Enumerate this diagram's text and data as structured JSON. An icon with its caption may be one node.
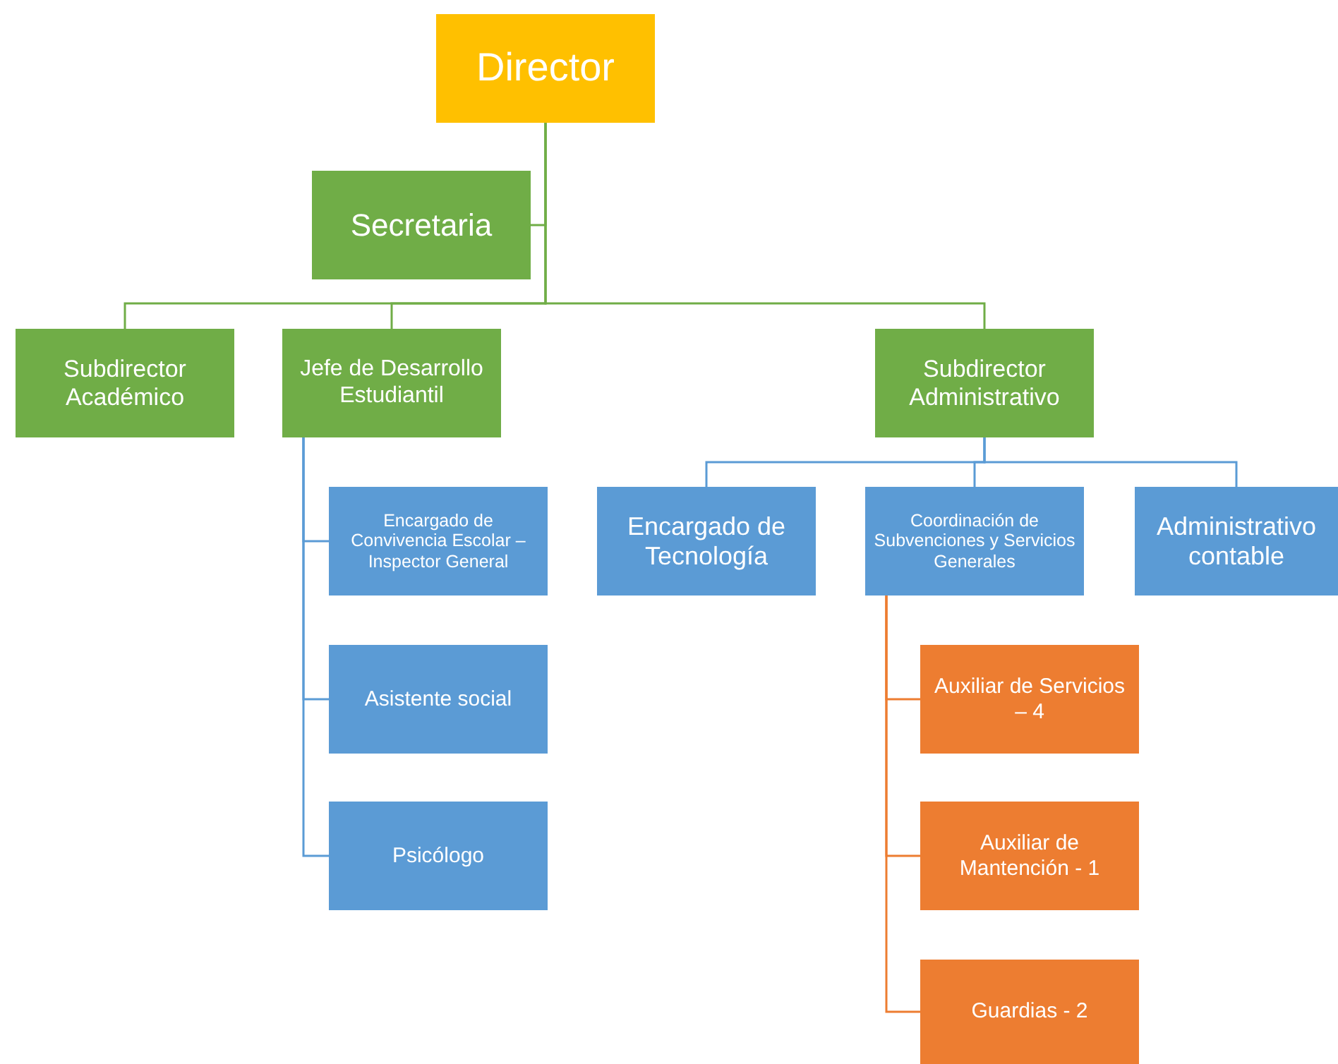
{
  "diagram": {
    "nodes": [
      {
        "text": [
          "Director"
        ]
      },
      {
        "text": [
          "Secretaria"
        ]
      },
      {
        "text": [
          "Subdirector Académico"
        ]
      },
      {
        "text": [
          "Jefe de Desarrollo Estudiantil"
        ]
      },
      {
        "text": [
          "Subdirector Administrativo"
        ]
      },
      {
        "text": [
          "Encargado de Convivencia Escolar – Inspector General"
        ]
      },
      {
        "text": [
          "Asistente social"
        ]
      },
      {
        "text": [
          "Psicólogo"
        ]
      },
      {
        "text": [
          "Encargado de Tecnología"
        ]
      },
      {
        "text": [
          "Coordinación de Subvenciones y Servicios Generales"
        ]
      },
      {
        "text": [
          "Administrativo contable"
        ]
      },
      {
        "text": [
          "Auxiliar de Servicios – 4"
        ]
      },
      {
        "text": [
          "Auxiliar de Mantención - 1"
        ]
      },
      {
        "text": [
          "Guardias - 2"
        ]
      }
    ],
    "edges": [
      {
        "from": 0,
        "to": 1,
        "arrow": "none",
        "color": "#70ad47"
      },
      {
        "from": 0,
        "to": 2,
        "arrow": "none",
        "color": "#70ad47"
      },
      {
        "from": 0,
        "to": 3,
        "arrow": "none",
        "color": "#70ad47"
      },
      {
        "from": 0,
        "to": 4,
        "arrow": "none",
        "color": "#70ad47"
      },
      {
        "from": 3,
        "to": 5,
        "arrow": "none"
      },
      {
        "from": 3,
        "to": 6,
        "arrow": "none"
      },
      {
        "from": 3,
        "to": 7,
        "arrow": "none"
      },
      {
        "from": 4,
        "to": 8,
        "arrow": "none"
      },
      {
        "from": 4,
        "to": 9,
        "arrow": "none"
      },
      {
        "from": 4,
        "to": 10,
        "arrow": "none"
      },
      {
        "from": 9,
        "to": 11,
        "arrow": "none",
        "color": "#ed7d31"
      },
      {
        "from": 9,
        "to": 12,
        "arrow": "none",
        "color": "#ed7d31"
      },
      {
        "from": 9,
        "to": 13,
        "arrow": "none",
        "color": "#ed7d31"
      }
    ]
  }
}
